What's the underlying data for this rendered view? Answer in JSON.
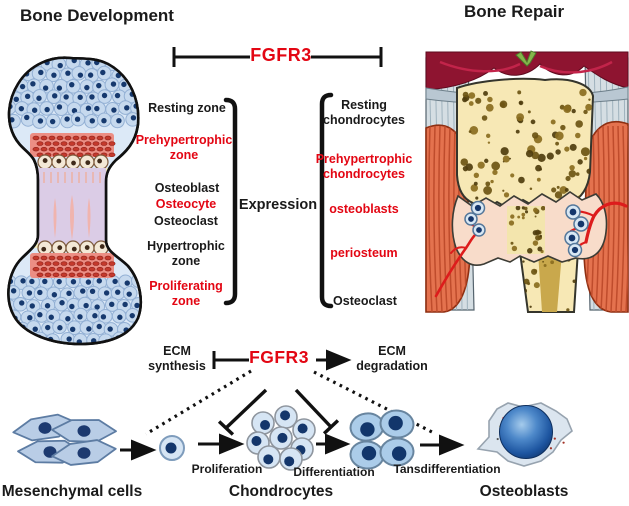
{
  "palette": {
    "accent_red": "#e30613",
    "text_black": "#1a1a1a"
  },
  "header": {
    "left_title": "Bone Development",
    "right_title": "Bone Repair"
  },
  "fgfr3": {
    "top_label": "FGFR3",
    "bottom_label": "FGFR3"
  },
  "expression_label": "Expression",
  "development_zones": [
    {
      "label": "Resting zone",
      "emphasis": false
    },
    {
      "label": "Prehypertrophic zone",
      "emphasis": true
    },
    {
      "label": "Osteoblast",
      "emphasis": false
    },
    {
      "label": "Osteocyte",
      "emphasis": true
    },
    {
      "label": "Osteoclast",
      "emphasis": false
    },
    {
      "label": "Hypertrophic zone",
      "emphasis": false
    },
    {
      "label": "Proliferating zone",
      "emphasis": true
    }
  ],
  "repair_sites": [
    {
      "label": "Resting chondrocytes",
      "emphasis": false
    },
    {
      "label": "Prehypertrophic chondrocytes",
      "emphasis": true
    },
    {
      "label": "osteoblasts",
      "emphasis": true
    },
    {
      "label": "periosteum",
      "emphasis": true
    },
    {
      "label": "Osteoclast",
      "emphasis": false
    }
  ],
  "ecm": {
    "synthesis": "ECM synthesis",
    "degradation": "ECM degradation"
  },
  "pathway": {
    "steps": [
      {
        "label": "Proliferation"
      },
      {
        "label": "Differentiation"
      },
      {
        "label": "Tansdifferentiation"
      }
    ],
    "cell_types": [
      {
        "label": "Mesenchymal cells"
      },
      {
        "label": "Chondrocytes"
      },
      {
        "label": "Osteoblasts"
      }
    ]
  }
}
